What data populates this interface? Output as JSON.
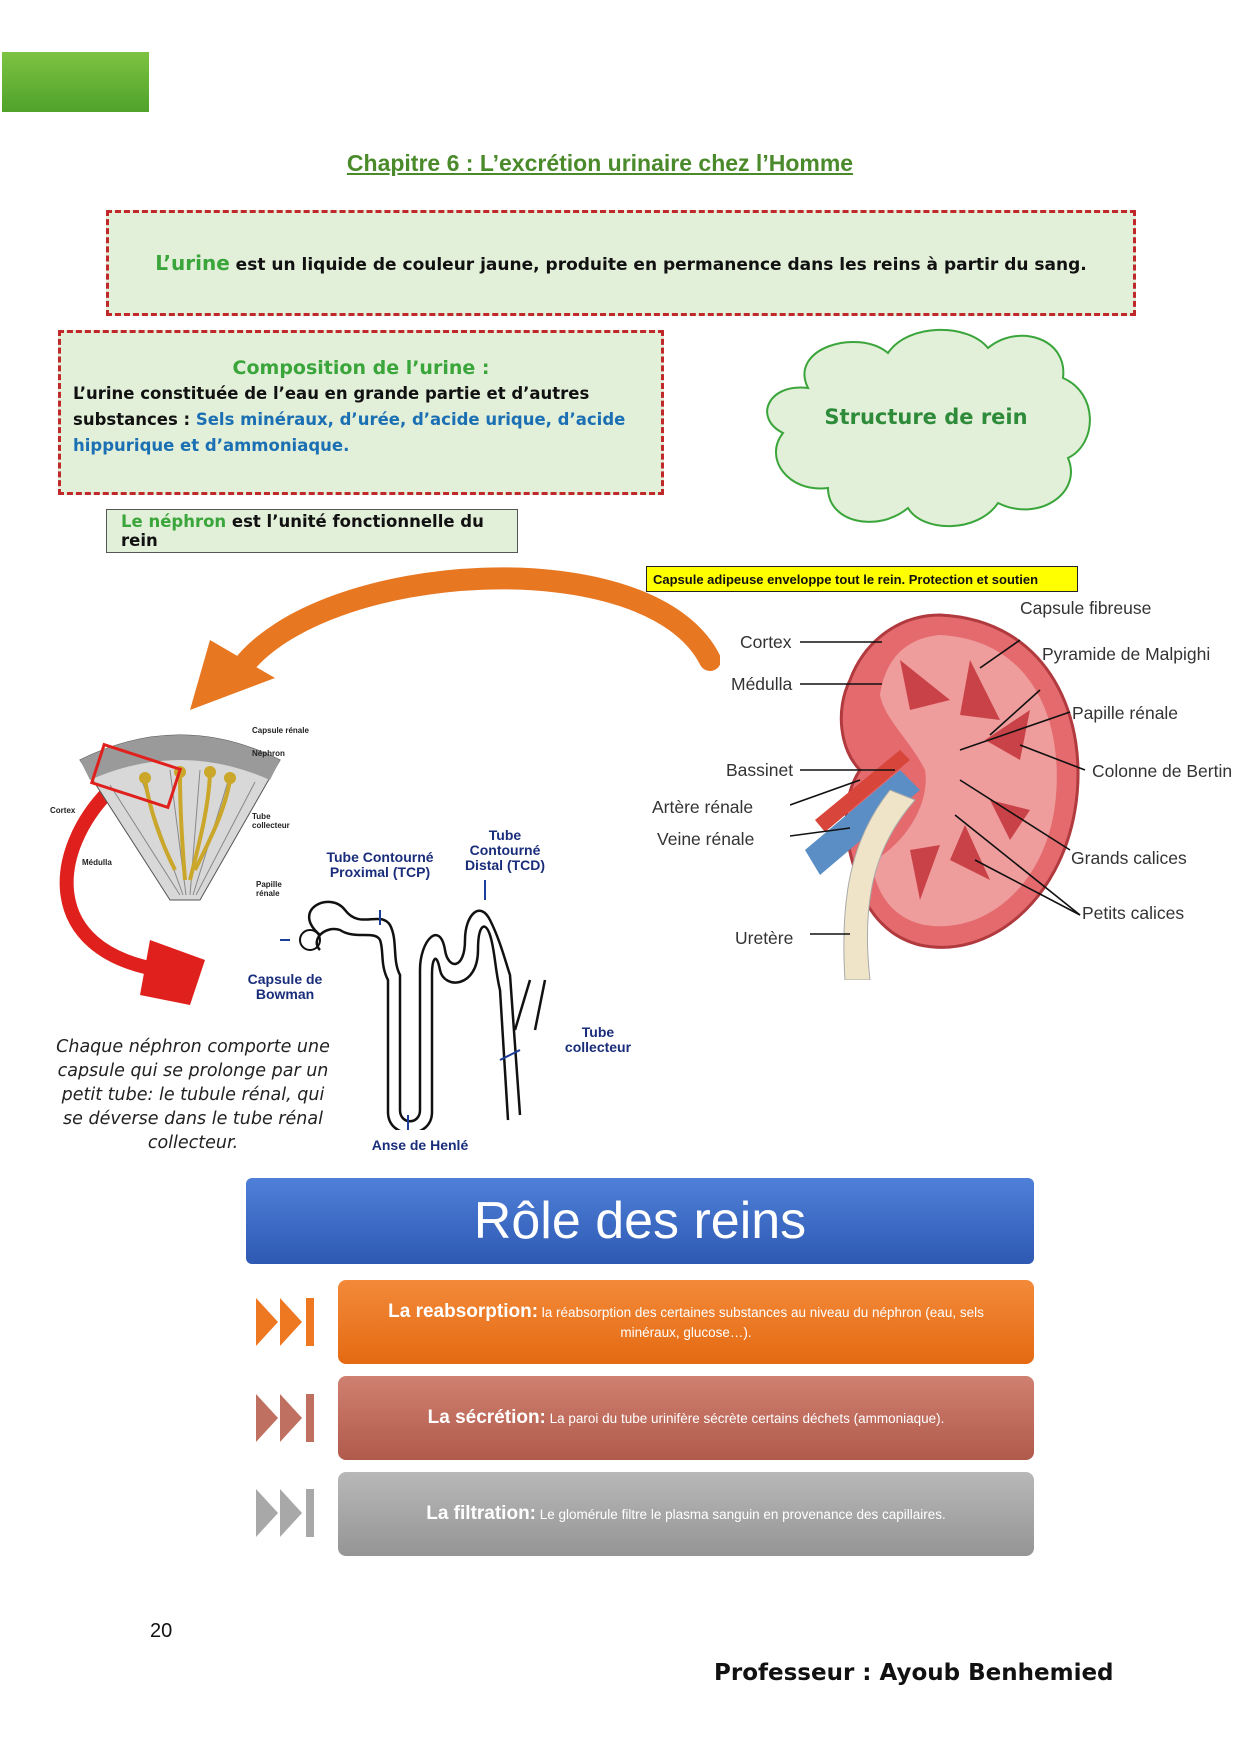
{
  "title": "Chapitre 6 : L’excrétion urinaire chez l’Homme",
  "definition": {
    "term": "L’urine",
    "text": " est un liquide de couleur jaune, produite en permanence dans les reins à partir du sang."
  },
  "composition": {
    "heading": "Composition de l’urine :",
    "text": "L’urine constituée de l’eau en grande partie et d’autres substances : ",
    "substances": "Sels minéraux, d’urée, d’acide urique, d’acide hippurique et d’ammoniaque."
  },
  "cloud_label": "Structure de rein",
  "nephron_statement": {
    "term": "Le néphron",
    "text": " est l’unité fonctionnelle du rein"
  },
  "kidney_diagram": {
    "capsule_note": "Capsule adipeuse enveloppe tout le rein. Protection et soutien",
    "labels": {
      "capsule_fibreuse": "Capsule fibreuse",
      "cortex": "Cortex",
      "pyramide": "Pyramide de Malpighi",
      "medulla": "Médulla",
      "papille": "Papille rénale",
      "bassinet": "Bassinet",
      "colonne": "Colonne de Bertin",
      "artere": "Artère rénale",
      "veine": "Veine rénale",
      "grands_calices": "Grands calices",
      "petits_calices": "Petits calices",
      "uretere": "Uretère"
    }
  },
  "nephron_diagram": {
    "tcp": "Tube Contourné Proximal (TCP)",
    "tcd": "Tube Contourné Distal (TCD)",
    "capsule_bowman": "Capsule de Bowman",
    "tube_collecteur": "Tube collecteur",
    "anse_henle": "Anse de Henlé"
  },
  "wedge_labels": {
    "capsule": "Capsule rénale",
    "nephron": "Néphron",
    "cortex": "Cortex",
    "medulla": "Médulla",
    "tube": "Tube collecteur",
    "papille": "Papille rénale"
  },
  "handwritten_note": "Chaque néphron comporte une capsule qui se prolonge par un petit tube: le tubule rénal, qui se déverse dans le tube rénal collecteur.",
  "role": {
    "heading": "Rôle des reins",
    "items": [
      {
        "term": "La reabsorption:",
        "text": " la réabsorption des certaines substances au niveau du néphron (eau, sels minéraux, glucose…).",
        "color": "#ee7722"
      },
      {
        "term": "La sécrétion:",
        "text": " La paroi du tube urinifère sécrète certains déchets (ammoniaque).",
        "color": "#c07060"
      },
      {
        "term": "La filtration:",
        "text": " Le glomérule filtre le plasma sanguin en provenance des capillaires.",
        "color": "#a8a8a8"
      }
    ]
  },
  "page_number": "20",
  "author": "Professeur : Ayoub Benhemied"
}
